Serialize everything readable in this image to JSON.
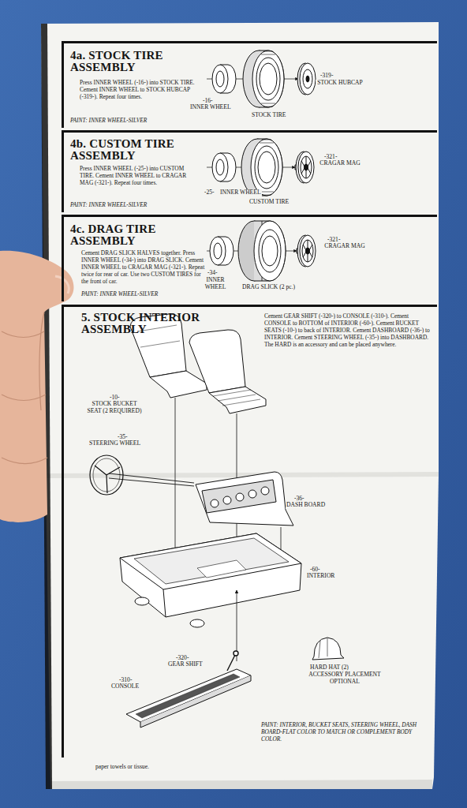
{
  "diagram": {
    "nodes": [
      {
        "text": [
          "4a. STOCK TIRE ASSEMBLY",
          "Press INNER WHEEL (-16-) into STOCK TIRE. Cement INNER WHEEL to STOCK HUBCAP (-319-). Repeat four times.",
          "PAINT: INNER WHEEL-SILVER"
        ]
      },
      {
        "text": [
          "4b. CUSTOM TIRE ASSEMBLY",
          "Press INNER WHEEL (-25-) into CUSTOM TIRE. Cement INNER WHEEL to CRAGAR MAG (-321-). Repeat four times.",
          "PAINT: INNER WHEEL-SILVER"
        ]
      },
      {
        "text": [
          "4c. DRAG TIRE ASSEMBLY",
          "Cement DRAG SLICK HALVES together. Press INNER WHEEL (-34-) into DRAG SLICK. Cement INNER WHEEL to CRAGAR MAG (-321-). Repeat twice for rear of car. Use two CUSTOM TIRES for the front of car.",
          "PAINT: INNER WHEEL-SILVER"
        ]
      },
      {
        "text": [
          "5. STOCK INTERIOR ASSEMBLY",
          "Cement GEAR SHIFT (-320-) to CONSOLE (-310-). Cement CONSOLE to BOTTOM of INTERIOR (-60-). Cement BUCKET SEATS (-10-) to back of INTERIOR. Cement DASHBOARD (-36-) to INTERIOR. Cement STEERING WHEEL (-35-) into DASHBOARD. The HARD is an accessory and can be placed anywhere.",
          "PAINT: INTERIOR, BUCKET SEATS, STEERING WHEEL, DASH BOARD-FLAT COLOR TO MATCH OR COMPLEMENT BODY COLOR."
        ]
      }
    ],
    "labels": [
      "-16-",
      "INNER WHEEL",
      "STOCK TIRE",
      "-319-",
      "STOCK HUBCAP",
      "-25-",
      "INNER WHEEL",
      "CUSTOM TIRE",
      "-321-",
      "CRAGAR MAG",
      "-34-",
      "INNER WHEEL",
      "DRAG SLICK (2 pc.)",
      "-321-",
      "CRAGAR MAG",
      "-10-",
      "STOCK BUCKET SEAT (2 REQUIRED)",
      "-35-",
      "STEERING WHEEL",
      "-36-",
      "DASH BOARD",
      "-60-",
      "INTERIOR",
      "-320-",
      "GEAR SHIFT",
      "-310-",
      "CONSOLE",
      "HARD HAT (2)",
      "ACCESSORY PLACEMENT OPTIONAL",
      "paper towels or tissue."
    ]
  }
}
